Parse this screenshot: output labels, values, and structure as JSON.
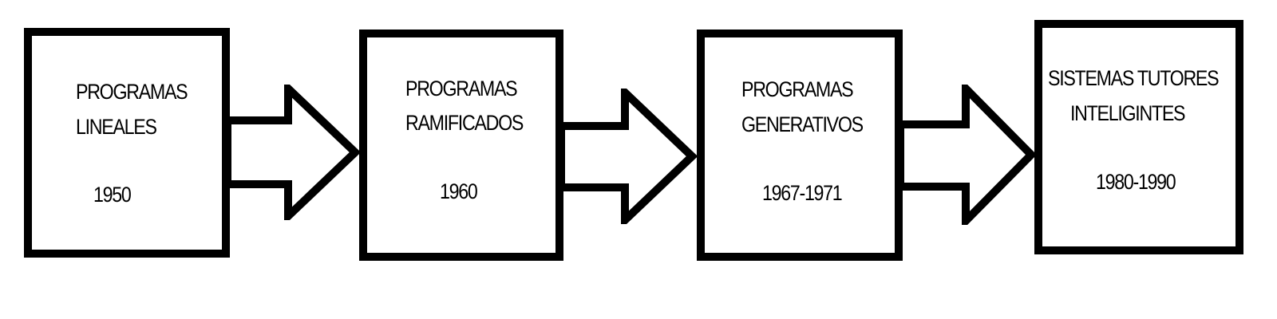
{
  "colors": {
    "stroke": "#000000",
    "background": "#ffffff"
  },
  "stages": [
    {
      "lines": [
        "PROGRAMAS",
        "LINEALES"
      ],
      "period": "1950"
    },
    {
      "lines": [
        "PROGRAMAS",
        "RAMIFICADOS"
      ],
      "period": "1960"
    },
    {
      "lines": [
        "PROGRAMAS",
        "GENERATIVOS"
      ],
      "period": "1967-1971"
    },
    {
      "lines": [
        "SISTEMAS TUTORES",
        "INTELIGINTES"
      ],
      "period": "1980-1990"
    }
  ]
}
